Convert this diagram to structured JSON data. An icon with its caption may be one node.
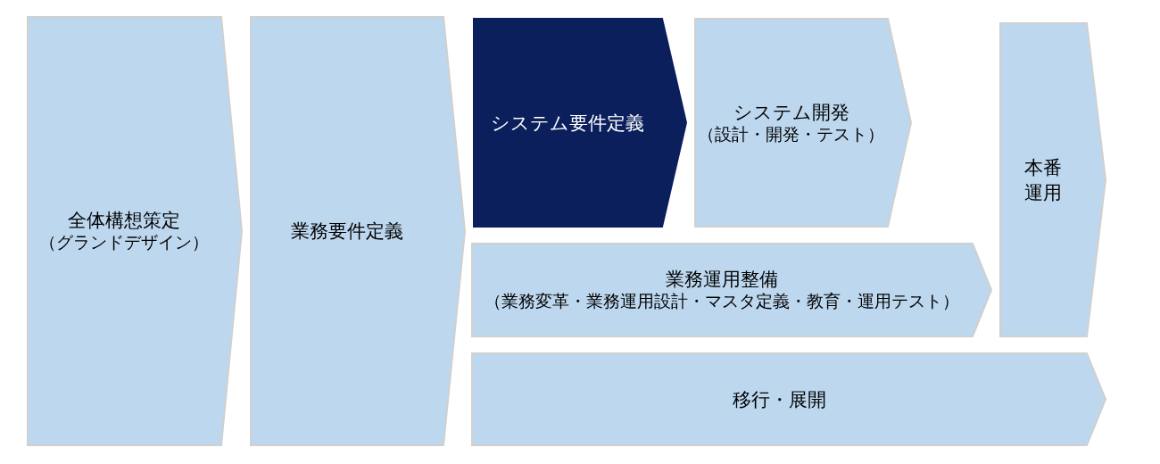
{
  "diagram": {
    "nodes": [
      {
        "text": [
          "全体構想策定",
          "（グランドデザイン）"
        ]
      },
      {
        "text": [
          "業務要件定義"
        ]
      },
      {
        "text": [
          "システム要件定義"
        ]
      },
      {
        "text": [
          "システム開発",
          "（設計・開発・テスト）"
        ]
      },
      {
        "text": [
          "業務運用整備",
          "（業務変革・業務運用設計・マスタ定義・教育・運用テスト）"
        ]
      },
      {
        "text": [
          "本番運用"
        ]
      },
      {
        "text": [
          "移行・展開"
        ]
      }
    ]
  }
}
